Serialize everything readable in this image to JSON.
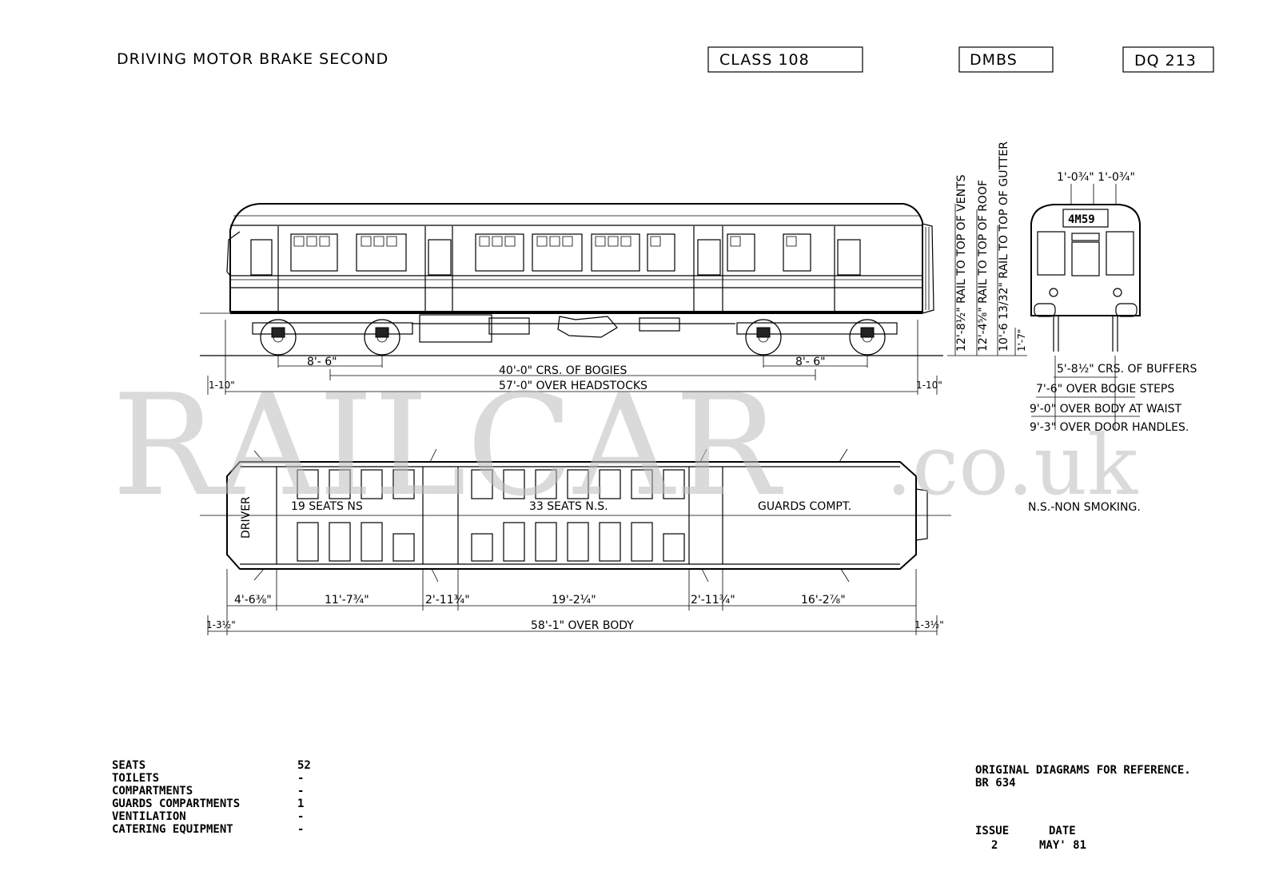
{
  "header": {
    "title": "DRIVING MOTOR BRAKE SECOND",
    "class_box": "CLASS 108",
    "type_box": "DMBS",
    "diagram_box": "DQ 213"
  },
  "side_elevation": {
    "bogie_wheelbase_left": "8'- 6\"",
    "bogie_wheelbase_right": "8'- 6\"",
    "bogie_centres": "40'-0\" CRS. OF BOGIES",
    "over_headstocks": "57'-0\" OVER HEADSTOCKS",
    "end_overhang_left": "1-10\"",
    "end_overhang_right": "1-10\""
  },
  "heights": {
    "vents": "12'-8½\" RAIL TO TOP OF VENTS",
    "roof": "12'-4⅝\" RAIL TO TOP OF ROOF",
    "gutter": "10'-6 13/32\" RAIL TO TOP OF GUTTER",
    "floor": "1'-7\""
  },
  "end_elevation": {
    "top_dim": "1'-0¾\" 1'-0¾\"",
    "headcode": "4M59",
    "buffers": "5'-8½\" CRS. OF BUFFERS",
    "bogie_steps": "7'-6\" OVER BOGIE STEPS",
    "body_waist": "9'-0\" OVER BODY AT WAIST",
    "door_handles": "9'-3\" OVER DOOR HANDLES."
  },
  "plan": {
    "driver": "DRIVER",
    "seats_19": "19 SEATS NS",
    "seats_33": "33 SEATS N.S.",
    "guards": "GUARDS COMPT.",
    "ns_note": "N.S.-NON SMOKING.",
    "dims": [
      "4'-6⅜\"",
      "11'-7¾\"",
      "2'-11¾\"",
      "19'-2¼\"",
      "2'-11¾\"",
      "16'-2⅞\""
    ],
    "overhang_left": "1-3½\"",
    "overhang_right": "1-3½\"",
    "over_body": "58'-1\" OVER BODY"
  },
  "stats": {
    "labels": [
      "SEATS",
      "TOILETS",
      "COMPARTMENTS",
      "GUARDS COMPARTMENTS",
      "VENTILATION",
      "CATERING EQUIPMENT"
    ],
    "values": [
      "52",
      "-",
      "-",
      "1",
      "-",
      "-"
    ]
  },
  "footer": {
    "reference_line1": "ORIGINAL DIAGRAMS FOR REFERENCE.",
    "reference_line2": "BR 634",
    "issue_label": "ISSUE",
    "issue_value": "2",
    "date_label": "DATE",
    "date_value": "MAY' 81"
  },
  "watermark": {
    "main": "RAILCAR",
    "suffix": ".co.uk"
  }
}
